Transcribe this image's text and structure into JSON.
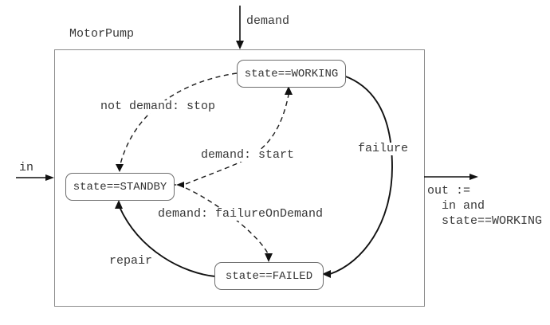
{
  "diagram": {
    "title": "MotorPump",
    "states": [
      {
        "id": "working",
        "label": "state==WORKING"
      },
      {
        "id": "standby",
        "label": "state==STANDBY"
      },
      {
        "id": "failed",
        "label": "state==FAILED"
      }
    ],
    "transitions": [
      {
        "id": "stop",
        "label": "not demand: stop",
        "from": "WORKING",
        "to": "STANDBY",
        "style": "dashed"
      },
      {
        "id": "start",
        "label": "demand: start",
        "from": "STANDBY",
        "to": "WORKING",
        "style": "dashed"
      },
      {
        "id": "failureOnDemand",
        "label": "demand: failureOnDemand",
        "from": "STANDBY",
        "to": "FAILED",
        "style": "dashed"
      },
      {
        "id": "failure",
        "label": "failure",
        "from": "WORKING",
        "to": "FAILED",
        "style": "solid"
      },
      {
        "id": "repair",
        "label": "repair",
        "from": "FAILED",
        "to": "STANDBY",
        "style": "solid"
      }
    ],
    "ports": {
      "demand": {
        "label": "demand",
        "direction": "input",
        "position": "top"
      },
      "in": {
        "label": "in",
        "direction": "input",
        "position": "left"
      },
      "out": {
        "label": "out :=\n  in and\n  state==WORKING",
        "direction": "output",
        "position": "right"
      }
    },
    "colors": {
      "background": "#ffffff",
      "line": "#111111",
      "state_border": "#6e6e6e",
      "container_border": "#8c8c8c",
      "text": "#383838"
    }
  }
}
